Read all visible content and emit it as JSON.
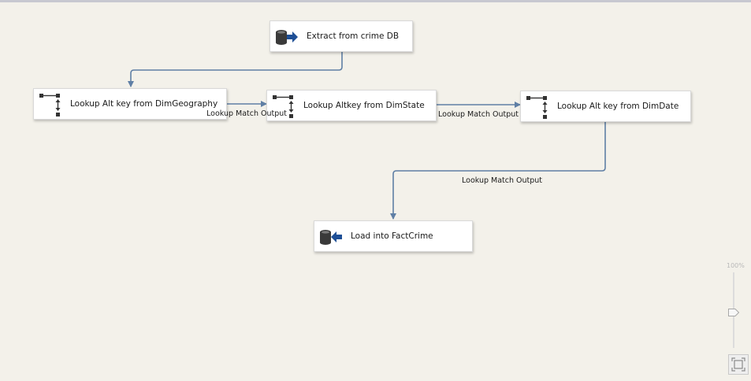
{
  "nodes": {
    "extract": {
      "label": "Extract from crime DB",
      "icon": "source-database-icon"
    },
    "lookup_geo": {
      "label": "Lookup Alt key from DimGeography",
      "icon": "lookup-transform-icon"
    },
    "lookup_state": {
      "label": "Lookup Altkey from DimState",
      "icon": "lookup-transform-icon"
    },
    "lookup_date": {
      "label": "Lookup Alt key from DimDate",
      "icon": "lookup-transform-icon"
    },
    "load": {
      "label": "Load into FactCrime",
      "icon": "destination-database-icon"
    }
  },
  "edges": {
    "geo_to_state": {
      "from": "lookup_geo",
      "to": "lookup_state",
      "label": "Lookup Match Output"
    },
    "state_to_date": {
      "from": "lookup_state",
      "to": "lookup_date",
      "label": "Lookup Match Output"
    },
    "date_to_load": {
      "from": "lookup_date",
      "to": "load",
      "label": "Lookup Match Output"
    },
    "extract_to_geo": {
      "from": "extract",
      "to": "lookup_geo",
      "label": ""
    }
  },
  "zoom": {
    "level": "100%"
  },
  "colors": {
    "connector": "#5f7fa5",
    "canvas": "#f3f1ea",
    "arrow_icon": "#1e4f96"
  }
}
